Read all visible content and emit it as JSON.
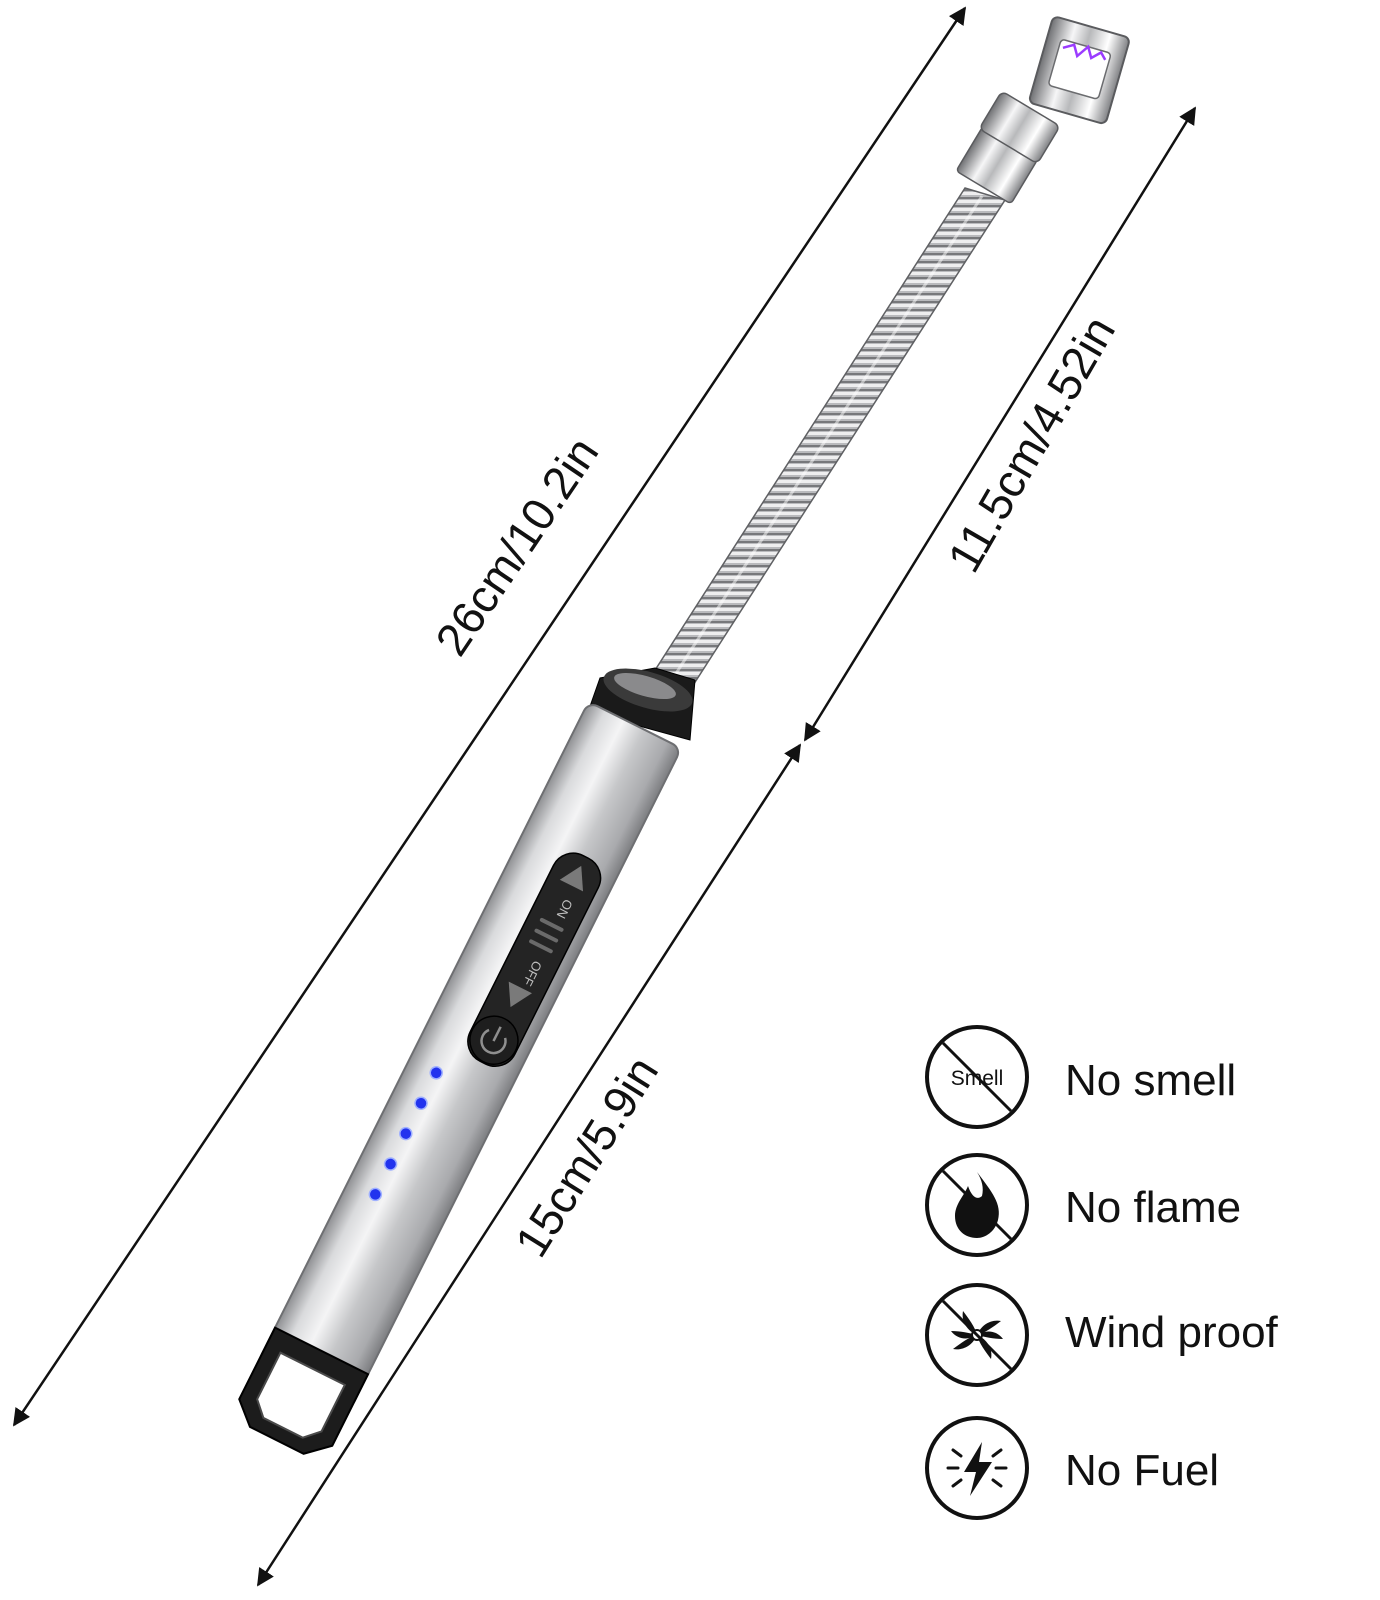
{
  "dimensions": {
    "total_length": "26cm/10.2in",
    "neck_length": "11.5cm/4.52in",
    "handle_length": "15cm/5.9in"
  },
  "switch": {
    "on_label": "ON",
    "off_label": "OFF"
  },
  "battery_indicator": {
    "led_count": 5,
    "color": "#2233ee"
  },
  "features": [
    {
      "icon": "no-smell-icon",
      "icon_text": "Smell",
      "label": "No smell"
    },
    {
      "icon": "no-flame-icon",
      "label": "No flame"
    },
    {
      "icon": "wind-proof-icon",
      "label": "Wind proof"
    },
    {
      "icon": "no-fuel-icon",
      "label": "No Fuel"
    }
  ],
  "colors": {
    "body_silver": "#c9cacc",
    "cap_black": "#1a1a1a",
    "arc_purple": "#9b3cff"
  }
}
